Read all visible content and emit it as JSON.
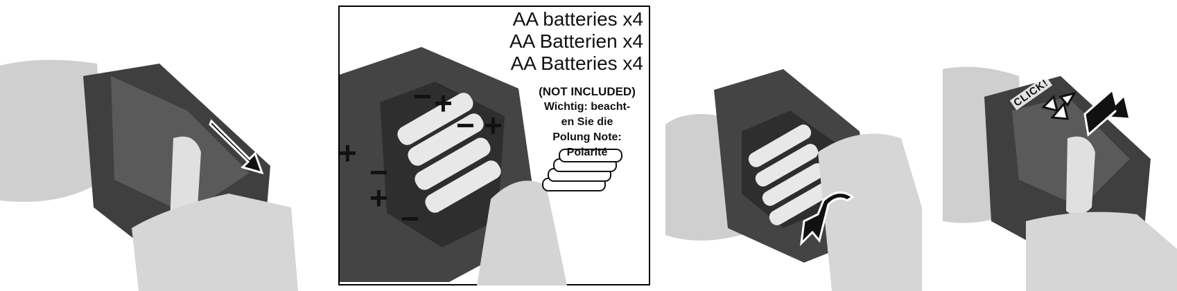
{
  "panel2": {
    "lines": [
      "AA batteries x4",
      "AA Batterien x4",
      "AA Batteries x4"
    ],
    "note": {
      "first": "(NOT INCLUDED)",
      "rest": [
        "Wichtig: beacht-",
        "en Sie die",
        "Polung Note:",
        "Polarité"
      ]
    },
    "signs": [
      "−",
      "+",
      "−",
      "+",
      "+",
      "−",
      "+",
      "−"
    ]
  },
  "panel4": {
    "click": "CLICK!"
  },
  "colors": {
    "dark_case": "#4a4a4a",
    "hand": "#d8d8d8",
    "battery": "#e6e6e6",
    "frame": "#000000"
  }
}
